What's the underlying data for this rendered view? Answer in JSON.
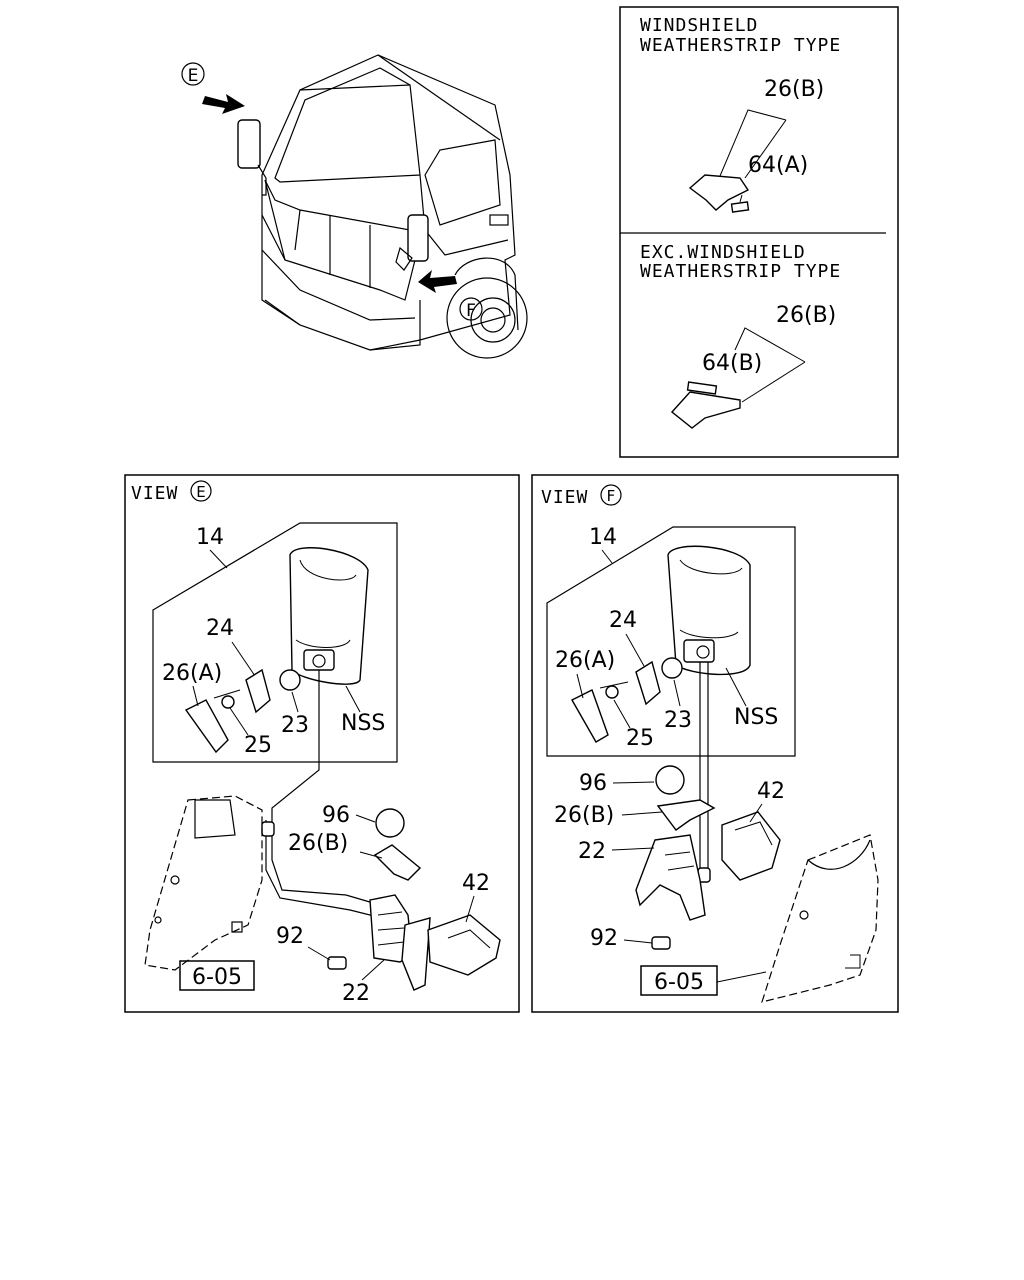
{
  "inset_top": {
    "caption_line1": "WINDSHIELD",
    "caption_line2": "WEATHERSTRIP TYPE",
    "label_26b": "26(B)",
    "label_64a": "64(A)"
  },
  "inset_bottom": {
    "caption_line1": "EXC.WINDSHIELD",
    "caption_line2": "WEATHERSTRIP TYPE",
    "label_26b": "26(B)",
    "label_64b": "64(B)"
  },
  "overview": {
    "view_e_marker": "E",
    "view_f_marker": "F"
  },
  "view_e": {
    "title": "VIEW",
    "marker": "E",
    "labels": {
      "p14": "14",
      "p24": "24",
      "p26a": "26(A)",
      "p25": "25",
      "p23": "23",
      "nss": "NSS",
      "p96": "96",
      "p26b": "26(B)",
      "p42": "42",
      "p92": "92",
      "p22": "22",
      "ref": "6-05"
    }
  },
  "view_f": {
    "title": "VIEW",
    "marker": "F",
    "labels": {
      "p14": "14",
      "p24": "24",
      "p26a": "26(A)",
      "p25": "25",
      "p23": "23",
      "nss": "NSS",
      "p96": "96",
      "p26b": "26(B)",
      "p42": "42",
      "p22": "22",
      "p92": "92",
      "ref": "6-05"
    }
  }
}
